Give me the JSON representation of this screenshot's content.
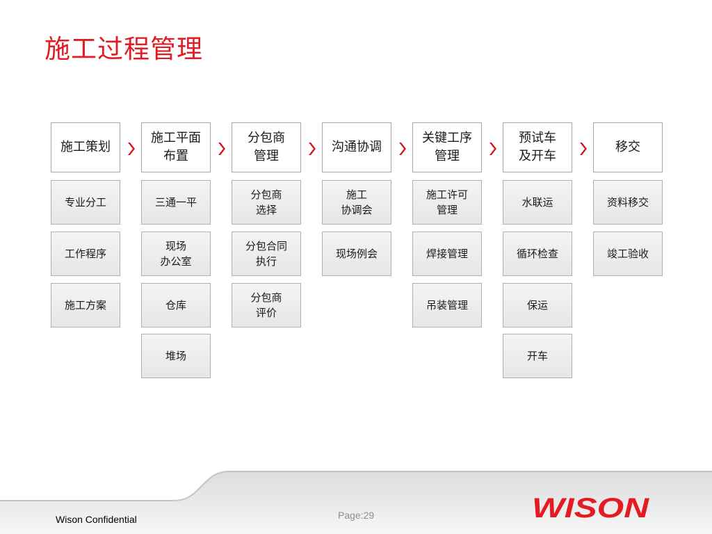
{
  "title": "施工过程管理",
  "columns": [
    {
      "header": "施工策划",
      "items": [
        "专业分工",
        "工作程序",
        "施工方案"
      ]
    },
    {
      "header": "施工平面\n布置",
      "items": [
        "三通一平",
        "现场\n办公室",
        "仓库",
        "堆场"
      ]
    },
    {
      "header": "分包商\n管理",
      "items": [
        "分包商\n选择",
        "分包合同\n执行",
        "分包商\n评价"
      ]
    },
    {
      "header": "沟通协调",
      "items": [
        "施工\n协调会",
        "现场例会"
      ]
    },
    {
      "header": "关键工序\n管理",
      "items": [
        "施工许可\n管理",
        "焊接管理",
        "吊装管理"
      ]
    },
    {
      "header": "预试车\n及开车",
      "items": [
        "水联运",
        "循环检查",
        "保运",
        "开车"
      ]
    },
    {
      "header": "移交",
      "items": [
        "资料移交",
        "竣工验收"
      ]
    }
  ],
  "footer": {
    "confidential": "Wison Confidential",
    "page": "Page:29",
    "logo_text": "WISON"
  },
  "colors": {
    "title": "#e31b23",
    "arrow": "#d7151f",
    "logo": "#e31b23"
  }
}
